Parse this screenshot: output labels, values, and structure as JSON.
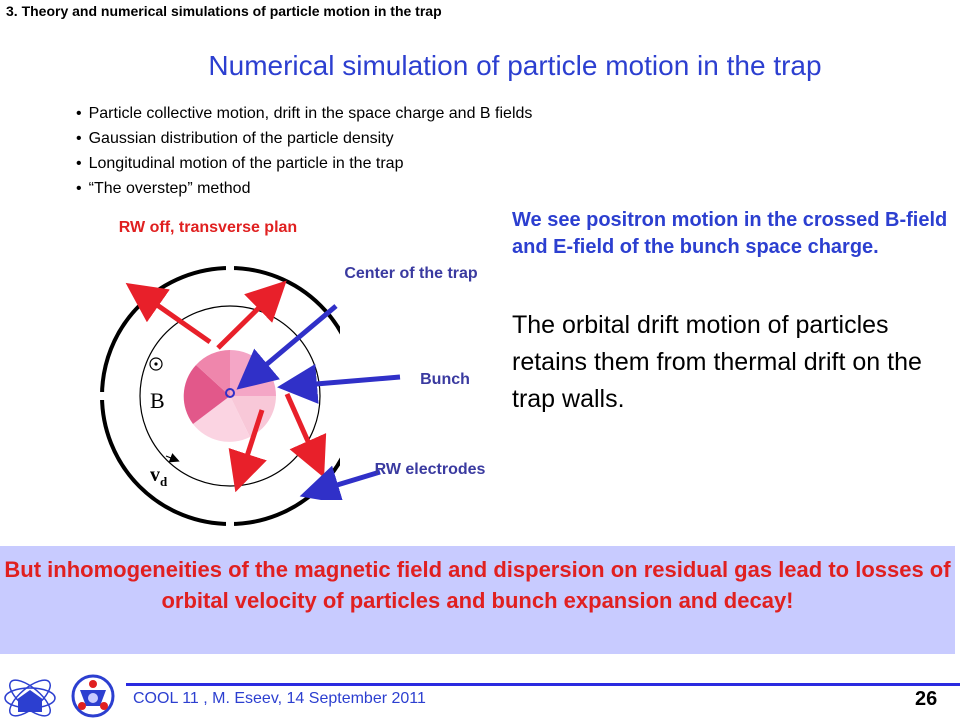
{
  "section_title": "3. Theory and numerical simulations of particle motion in the trap",
  "title": "Numerical simulation of particle motion in the trap",
  "bullets": [
    "Particle collective motion, drift in the space charge and B fields",
    "Gaussian distribution of the particle density",
    "Longitudinal motion of the particle in the trap",
    "“The overstep” method"
  ],
  "diagram": {
    "rw_off_label": "RW off, transverse plan",
    "center_label": "Center of the trap",
    "bunch_label": "Bunch",
    "rw_electrodes_label": "RW electrodes",
    "b_symbol": "B",
    "vd_symbol": "v",
    "vd_subscript": "d",
    "colors": {
      "arrow_red": "#e8202a",
      "arrow_blue": "#3030c8",
      "bunch_pink": "#f0a0c0",
      "bunch_dark": "#e05a8a"
    }
  },
  "explanation_bold": "We see positron motion in the crossed B-field and E-field of the bunch space charge.",
  "explanation_normal": "The orbital drift motion of particles retains them from thermal drift on the trap walls.",
  "conclusion": "But inhomogeneities of the magnetic field and dispersion on residual gas lead to losses of orbital velocity of particles and bunch expansion and decay!",
  "footer": {
    "text": "COOL 11 , M. Eseev, 14 September 2011",
    "page_number": "26"
  }
}
